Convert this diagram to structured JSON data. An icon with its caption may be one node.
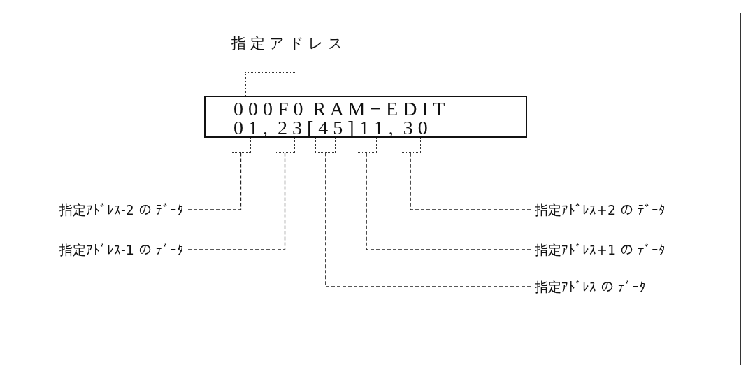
{
  "diagram": {
    "nodes": [
      {
        "text": [
          "0 0 0 F 0  R A M − E D I T",
          "0 1 ,  2 3 [ 4 5 ] 1 1 ,  3 0"
        ]
      },
      {
        "text": [],
        "shape": "box",
        "beside": [
          "指定アドレス"
        ]
      },
      {
        "text": [],
        "shape": "box"
      },
      {
        "text": [],
        "shape": "box"
      },
      {
        "text": [],
        "shape": "box"
      },
      {
        "text": [],
        "shape": "box"
      },
      {
        "text": [],
        "shape": "box"
      },
      {
        "text": [
          "指定ｱﾄﾞﾚｽ-2 の ﾃﾞｰﾀ"
        ]
      },
      {
        "text": [
          "指定ｱﾄﾞﾚｽ-1 の ﾃﾞｰﾀ"
        ]
      },
      {
        "text": [
          "指定ｱﾄﾞﾚｽ+2 の ﾃﾞｰﾀ"
        ]
      },
      {
        "text": [
          "指定ｱﾄﾞﾚｽ+1 の ﾃﾞｰﾀ"
        ]
      },
      {
        "text": [
          "指定ｱﾄﾞﾚｽ の ﾃﾞｰﾀ"
        ]
      }
    ],
    "edges": [
      {
        "from": 7,
        "to": 2,
        "arrow": "none"
      },
      {
        "from": 8,
        "to": 3,
        "arrow": "none"
      },
      {
        "from": 9,
        "to": 6,
        "arrow": "none"
      },
      {
        "from": 10,
        "to": 5,
        "arrow": "none"
      },
      {
        "from": 11,
        "to": 4,
        "arrow": "none"
      }
    ]
  }
}
